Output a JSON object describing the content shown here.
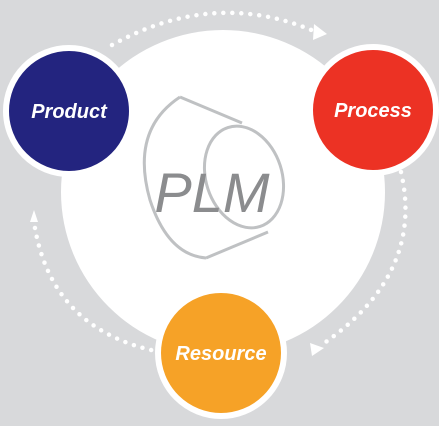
{
  "diagram": {
    "center_label": "PLM",
    "nodes": [
      {
        "id": "product",
        "label": "Product",
        "color": "#23247f"
      },
      {
        "id": "process",
        "label": "Process",
        "color": "#ec3224"
      },
      {
        "id": "resource",
        "label": "Resource",
        "color": "#f6a227"
      }
    ],
    "colors": {
      "background": "#d8d9db",
      "center_circle": "#ffffff",
      "node_border": "#ffffff",
      "dotted_arrow": "#ffffff",
      "center_text": "#8b8c8e",
      "cylinder_stroke": "#bfc1c3"
    },
    "cycle_direction": "product → process → resource → product"
  }
}
